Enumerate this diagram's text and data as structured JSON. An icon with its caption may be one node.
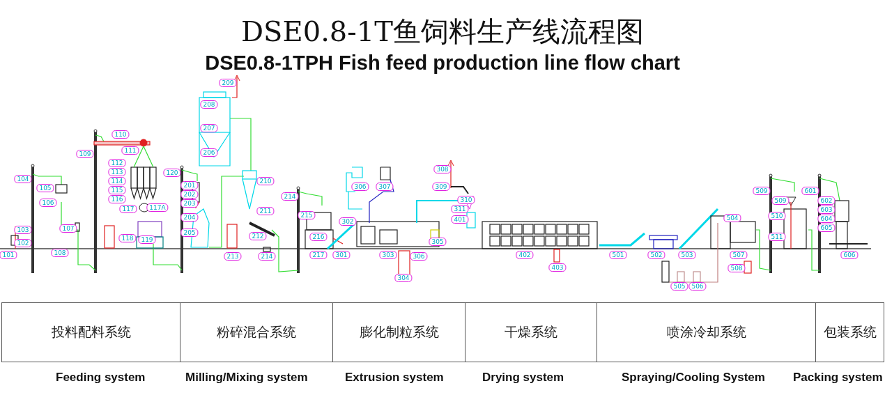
{
  "diagram": {
    "title": "DSE0.8-1T鱼饲料生产线流程图",
    "nodes": [
      {
        "text": [
          "投料配料系统",
          "Feeding system"
        ]
      },
      {
        "text": [
          "粉碎混合系统",
          "Milling/Mixing system"
        ]
      },
      {
        "text": [
          "膨化制粒系统",
          "Extrusion system"
        ]
      },
      {
        "text": [
          "干燥系统",
          "Drying system"
        ]
      },
      {
        "text": [
          "喷涂冷却系统",
          "Spraying/Cooling System"
        ]
      },
      {
        "text": [
          "包装系统",
          "Packing system"
        ]
      }
    ],
    "labels": [
      "DSE0.8-1TPH Fish feed production line flow chart",
      "101",
      "102",
      "103",
      "104",
      "105",
      "106",
      "107",
      "108",
      "109",
      "110",
      "111",
      "112",
      "113",
      "114",
      "115",
      "116",
      "117",
      "117A",
      "118",
      "119",
      "120",
      "201",
      "202",
      "203",
      "204",
      "205",
      "206",
      "207",
      "208",
      "209",
      "210",
      "211",
      "212",
      "213",
      "214",
      "214",
      "215",
      "216",
      "217",
      "301",
      "302",
      "303",
      "304",
      "305",
      "306",
      "307",
      "306",
      "308",
      "309",
      "310",
      "311",
      "401",
      "402",
      "403",
      "501",
      "502",
      "503",
      "504",
      "505",
      "506",
      "507",
      "508",
      "509",
      "509",
      "510",
      "511",
      "601",
      "602",
      "603",
      "604",
      "605",
      "606"
    ]
  }
}
